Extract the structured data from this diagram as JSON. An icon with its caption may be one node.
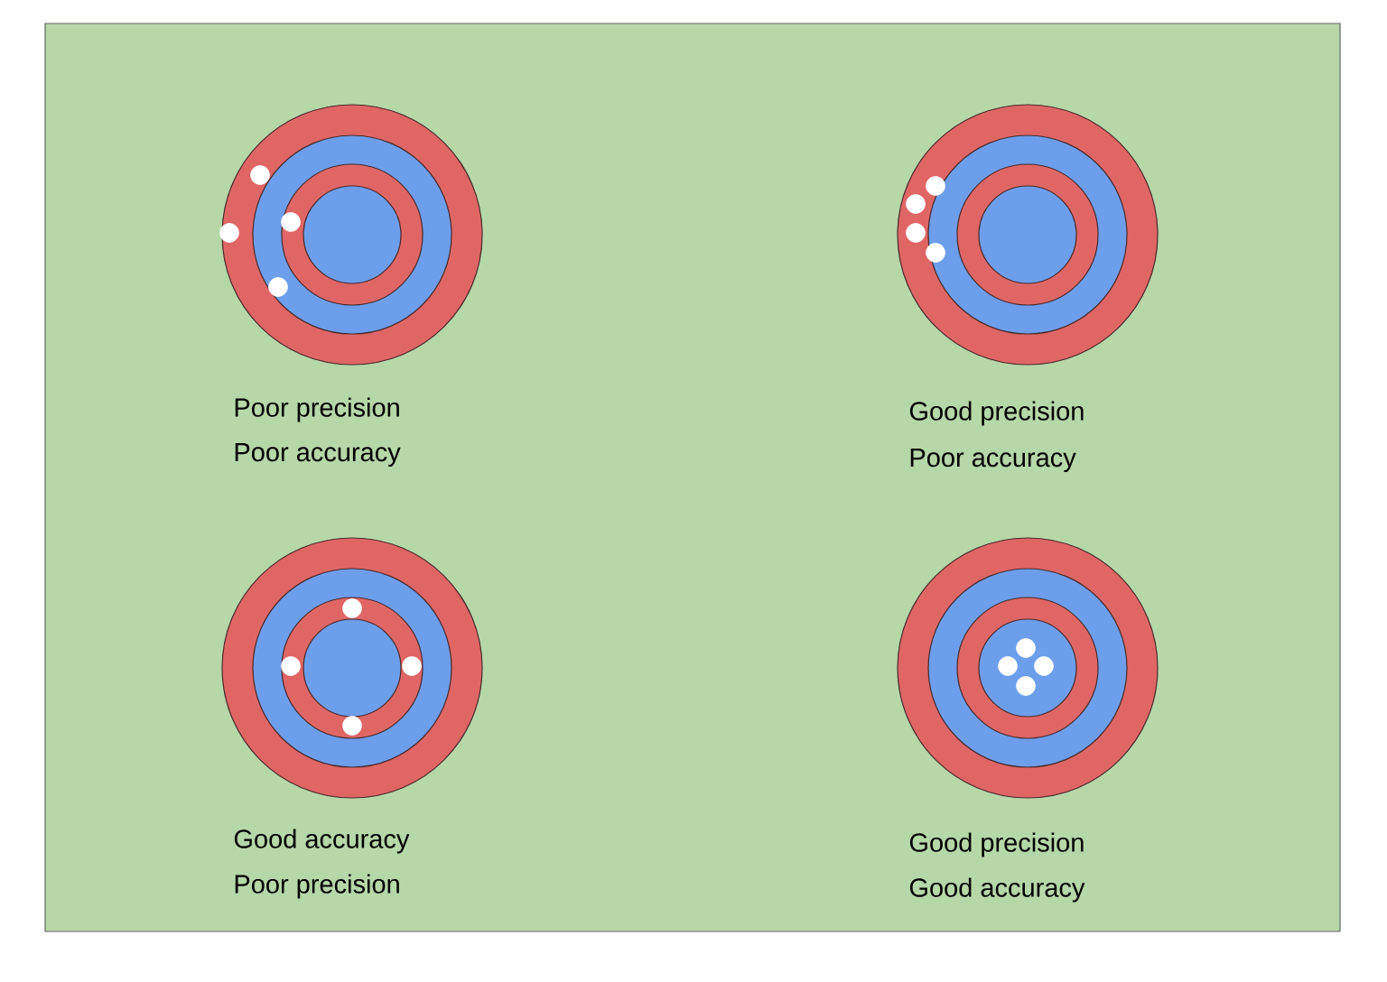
{
  "diagram": {
    "labels": [
      "Poor precision",
      "Poor accuracy",
      "Good precision",
      "Poor accuracy",
      "Good accuracy",
      "Poor precision",
      "Good precision",
      "Good accuracy"
    ]
  }
}
